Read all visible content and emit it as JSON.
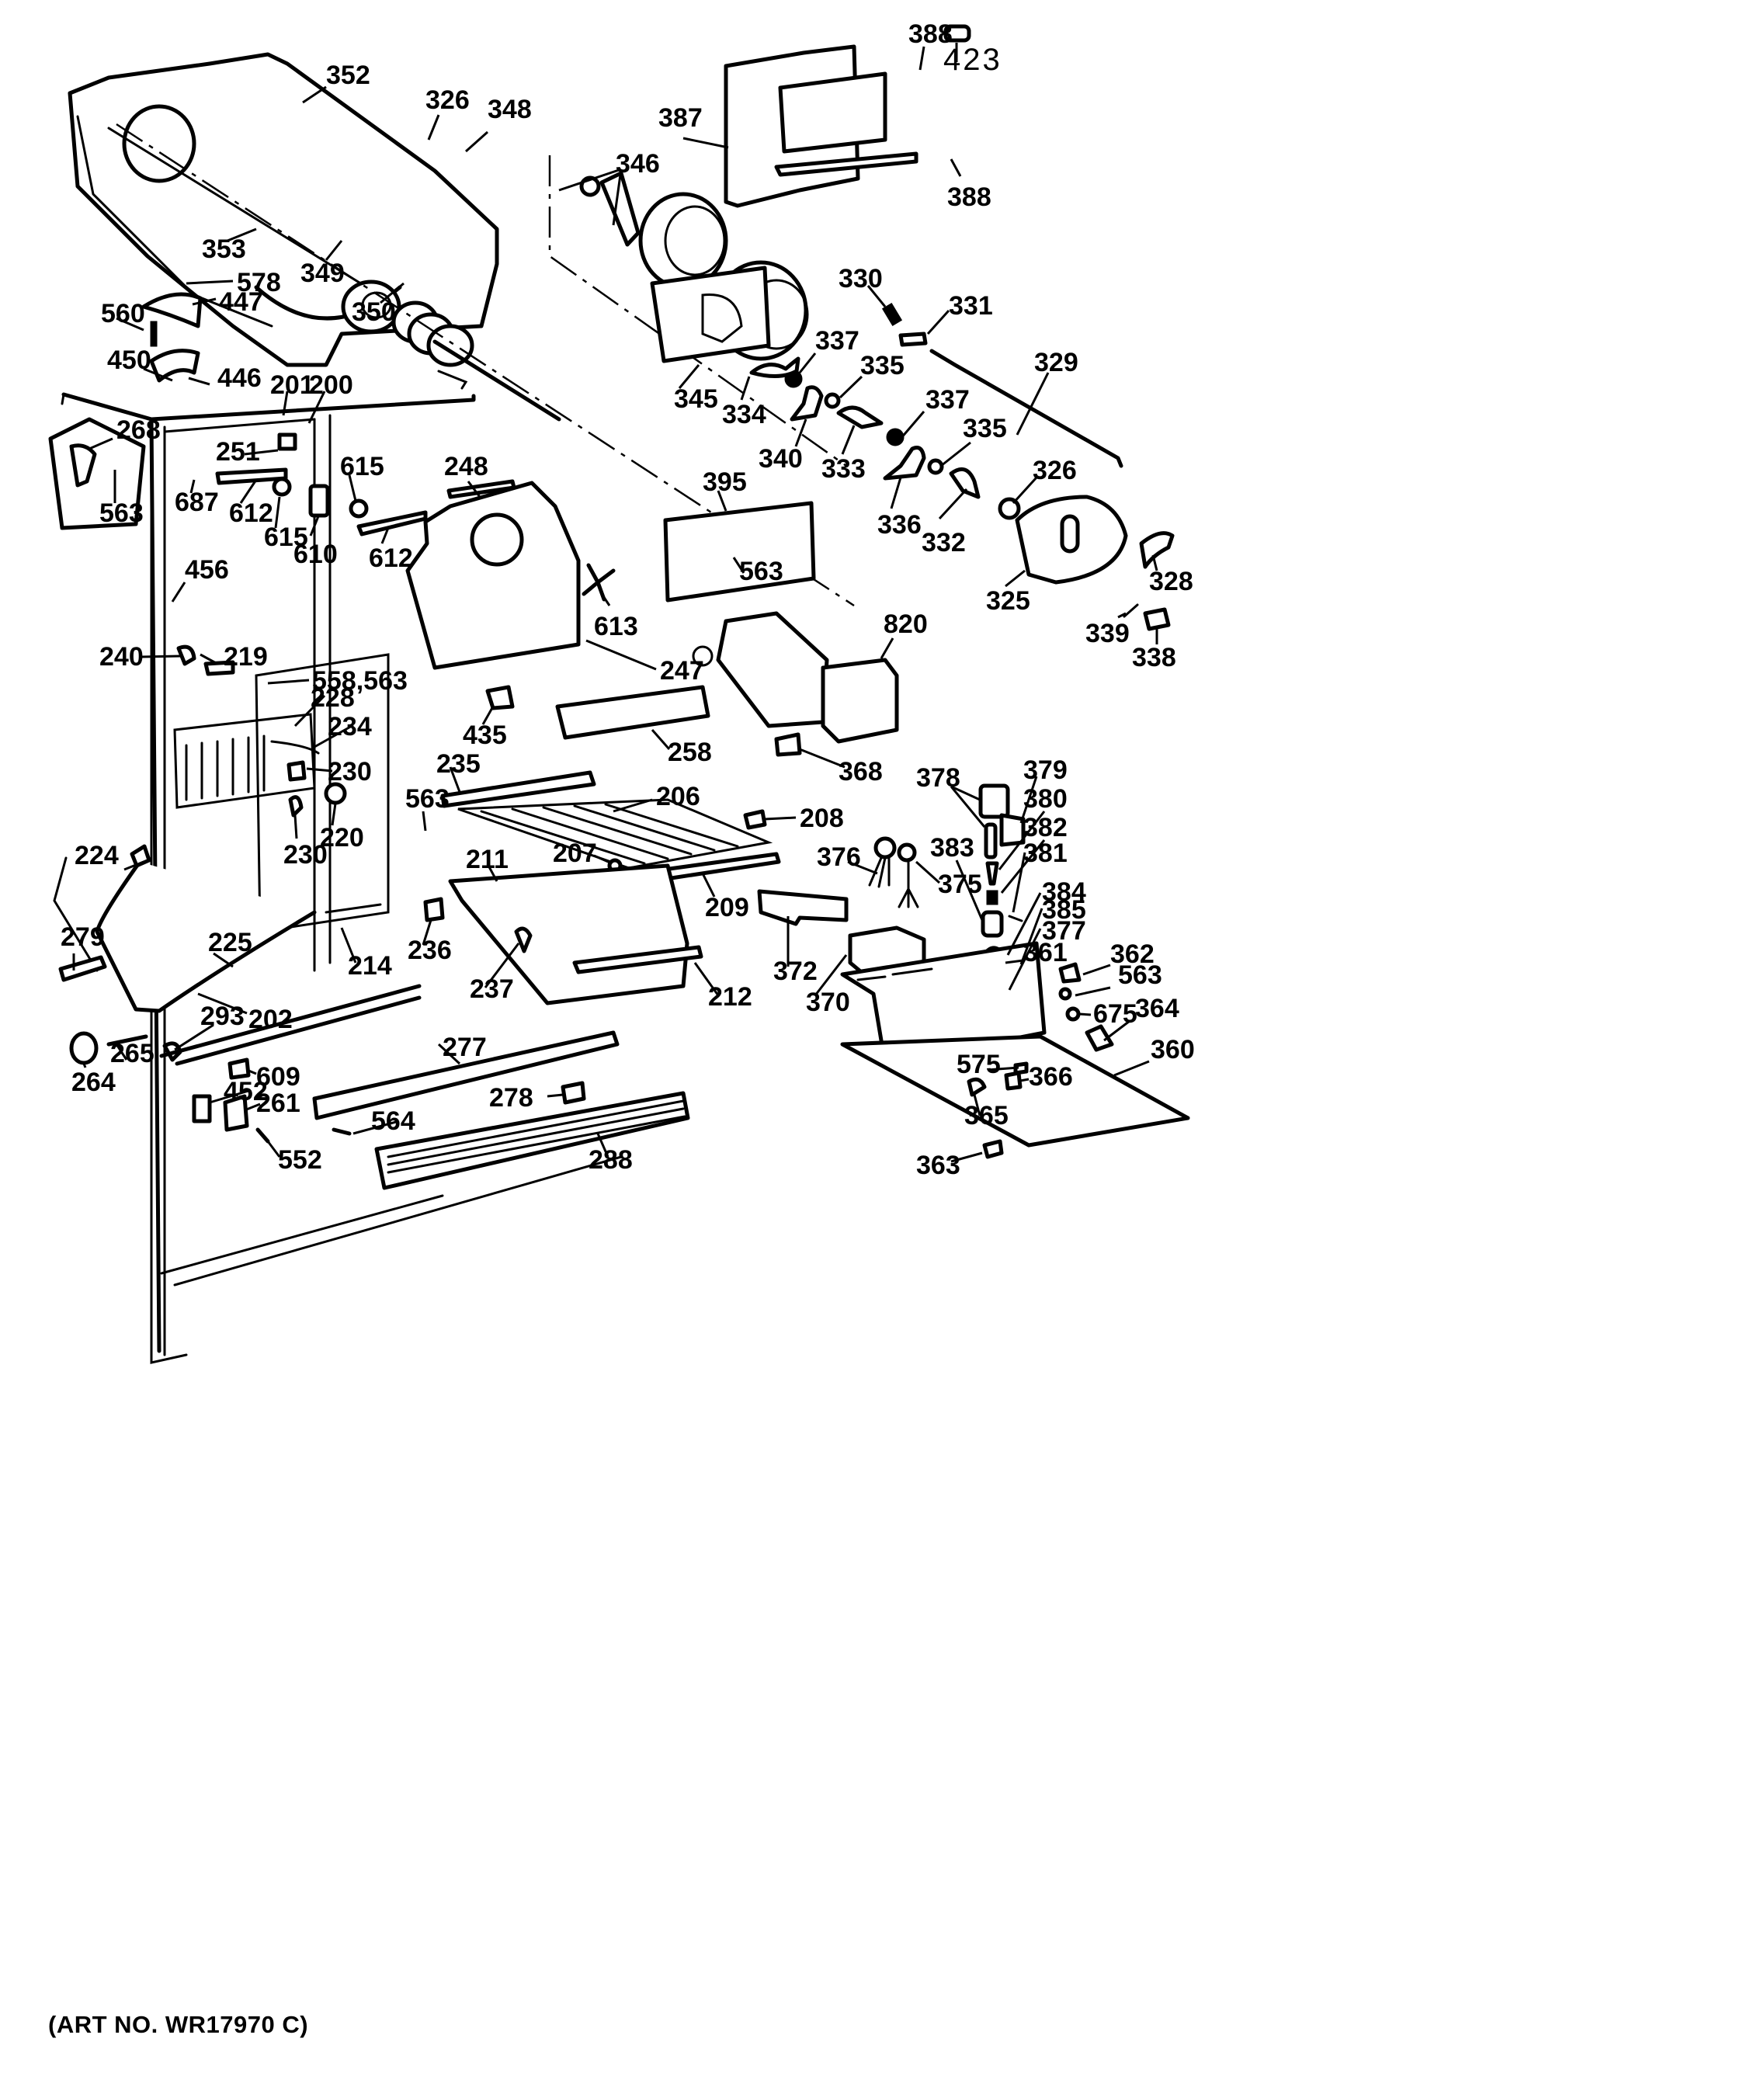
{
  "diagram": {
    "title": "Refrigerator freezer section / icemaker exploded parts diagram",
    "caption": "(ART NO. WR17970 C)",
    "callouts": [
      {
        "id": "c352",
        "label": "352"
      },
      {
        "id": "c353",
        "label": "353"
      },
      {
        "id": "c326a",
        "label": "326"
      },
      {
        "id": "c348",
        "label": "348"
      },
      {
        "id": "c346",
        "label": "346"
      },
      {
        "id": "c349",
        "label": "349"
      },
      {
        "id": "c350",
        "label": "350"
      },
      {
        "id": "c387",
        "label": "387"
      },
      {
        "id": "c388a",
        "label": "388"
      },
      {
        "id": "c388b",
        "label": "388"
      },
      {
        "id": "c423",
        "label": "423"
      },
      {
        "id": "c578",
        "label": "578"
      },
      {
        "id": "c447",
        "label": "447"
      },
      {
        "id": "c560",
        "label": "560"
      },
      {
        "id": "c450",
        "label": "450"
      },
      {
        "id": "c446",
        "label": "446"
      },
      {
        "id": "c345",
        "label": "345"
      },
      {
        "id": "c330",
        "label": "330"
      },
      {
        "id": "c331",
        "label": "331"
      },
      {
        "id": "c329",
        "label": "329"
      },
      {
        "id": "c337a",
        "label": "337"
      },
      {
        "id": "c334",
        "label": "334"
      },
      {
        "id": "c335a",
        "label": "335"
      },
      {
        "id": "c340",
        "label": "340"
      },
      {
        "id": "c333",
        "label": "333"
      },
      {
        "id": "c337b",
        "label": "337"
      },
      {
        "id": "c335b",
        "label": "335"
      },
      {
        "id": "c336",
        "label": "336"
      },
      {
        "id": "c332",
        "label": "332"
      },
      {
        "id": "c326b",
        "label": "326"
      },
      {
        "id": "c325",
        "label": "325"
      },
      {
        "id": "c328",
        "label": "328"
      },
      {
        "id": "c339",
        "label": "339"
      },
      {
        "id": "c338",
        "label": "338"
      },
      {
        "id": "c201",
        "label": "201"
      },
      {
        "id": "c200",
        "label": "200"
      },
      {
        "id": "c268",
        "label": "268"
      },
      {
        "id": "c563a",
        "label": "563"
      },
      {
        "id": "c251",
        "label": "251"
      },
      {
        "id": "c687",
        "label": "687"
      },
      {
        "id": "c612a",
        "label": "612"
      },
      {
        "id": "c615a",
        "label": "615"
      },
      {
        "id": "c615b",
        "label": "615"
      },
      {
        "id": "c610",
        "label": "610"
      },
      {
        "id": "c612b",
        "label": "612"
      },
      {
        "id": "c248",
        "label": "248"
      },
      {
        "id": "c395",
        "label": "395"
      },
      {
        "id": "c563b",
        "label": "563"
      },
      {
        "id": "c613",
        "label": "613"
      },
      {
        "id": "c456",
        "label": "456"
      },
      {
        "id": "c240",
        "label": "240"
      },
      {
        "id": "c219",
        "label": "219"
      },
      {
        "id": "c558",
        "label": "558,563"
      },
      {
        "id": "c228",
        "label": "228"
      },
      {
        "id": "c234",
        "label": "234"
      },
      {
        "id": "c230a",
        "label": "230"
      },
      {
        "id": "c220",
        "label": "220"
      },
      {
        "id": "c230b",
        "label": "230"
      },
      {
        "id": "c247",
        "label": "247"
      },
      {
        "id": "c435",
        "label": "435"
      },
      {
        "id": "c258",
        "label": "258"
      },
      {
        "id": "c820",
        "label": "820"
      },
      {
        "id": "c368",
        "label": "368"
      },
      {
        "id": "c235",
        "label": "235"
      },
      {
        "id": "c206",
        "label": "206"
      },
      {
        "id": "c563c",
        "label": "563"
      },
      {
        "id": "c208",
        "label": "208"
      },
      {
        "id": "c211",
        "label": "211"
      },
      {
        "id": "c207",
        "label": "207"
      },
      {
        "id": "c209",
        "label": "209"
      },
      {
        "id": "c378",
        "label": "378"
      },
      {
        "id": "c379",
        "label": "379"
      },
      {
        "id": "c380",
        "label": "380"
      },
      {
        "id": "c382",
        "label": "382"
      },
      {
        "id": "c383",
        "label": "383"
      },
      {
        "id": "c381",
        "label": "381"
      },
      {
        "id": "c376",
        "label": "376"
      },
      {
        "id": "c375",
        "label": "375"
      },
      {
        "id": "c384",
        "label": "384"
      },
      {
        "id": "c385",
        "label": "385"
      },
      {
        "id": "c377",
        "label": "377"
      },
      {
        "id": "c224",
        "label": "224"
      },
      {
        "id": "c279",
        "label": "279"
      },
      {
        "id": "c225",
        "label": "225"
      },
      {
        "id": "c214",
        "label": "214"
      },
      {
        "id": "c236",
        "label": "236"
      },
      {
        "id": "c237",
        "label": "237"
      },
      {
        "id": "c212",
        "label": "212"
      },
      {
        "id": "c372",
        "label": "372"
      },
      {
        "id": "c370",
        "label": "370"
      },
      {
        "id": "c361",
        "label": "361"
      },
      {
        "id": "c362",
        "label": "362"
      },
      {
        "id": "c563d",
        "label": "563"
      },
      {
        "id": "c675",
        "label": "675"
      },
      {
        "id": "c364",
        "label": "364"
      },
      {
        "id": "c360",
        "label": "360"
      },
      {
        "id": "c202",
        "label": "202"
      },
      {
        "id": "c293",
        "label": "293"
      },
      {
        "id": "c265",
        "label": "265"
      },
      {
        "id": "c264",
        "label": "264"
      },
      {
        "id": "c277",
        "label": "277"
      },
      {
        "id": "c609",
        "label": "609"
      },
      {
        "id": "c452",
        "label": "452"
      },
      {
        "id": "c261",
        "label": "261"
      },
      {
        "id": "c278",
        "label": "278"
      },
      {
        "id": "c564",
        "label": "564"
      },
      {
        "id": "c552",
        "label": "552"
      },
      {
        "id": "c288",
        "label": "288"
      },
      {
        "id": "c575",
        "label": "575"
      },
      {
        "id": "c366",
        "label": "366"
      },
      {
        "id": "c365",
        "label": "365"
      },
      {
        "id": "c363",
        "label": "363"
      }
    ]
  }
}
